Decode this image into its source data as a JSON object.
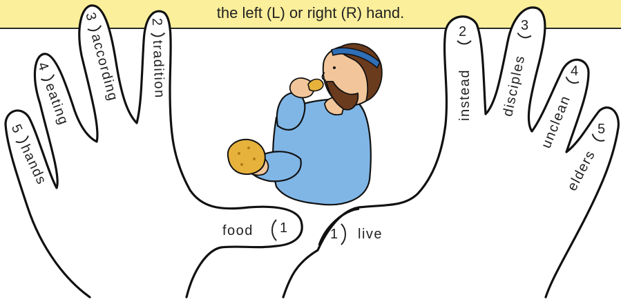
{
  "header": {
    "instruction": "the left (L) or right (R) hand."
  },
  "left_hand": {
    "fingers": [
      {
        "number": "5",
        "word": "hands"
      },
      {
        "number": "4",
        "word": "eating"
      },
      {
        "number": "3",
        "word": "according"
      },
      {
        "number": "2",
        "word": "tradition"
      },
      {
        "number": "1",
        "word": "food"
      }
    ]
  },
  "right_hand": {
    "fingers": [
      {
        "number": "1",
        "word": "live"
      },
      {
        "number": "2",
        "word": "instead"
      },
      {
        "number": "3",
        "word": "disciples"
      },
      {
        "number": "4",
        "word": "unclean"
      },
      {
        "number": "5",
        "word": "elders"
      }
    ]
  },
  "colors": {
    "banner": "#fbef9b",
    "robe": "#7fb6e6",
    "headband": "#2f6fb8",
    "hair": "#6b3b1e",
    "skin": "#f2c69a",
    "bread": "#e6b23c"
  }
}
